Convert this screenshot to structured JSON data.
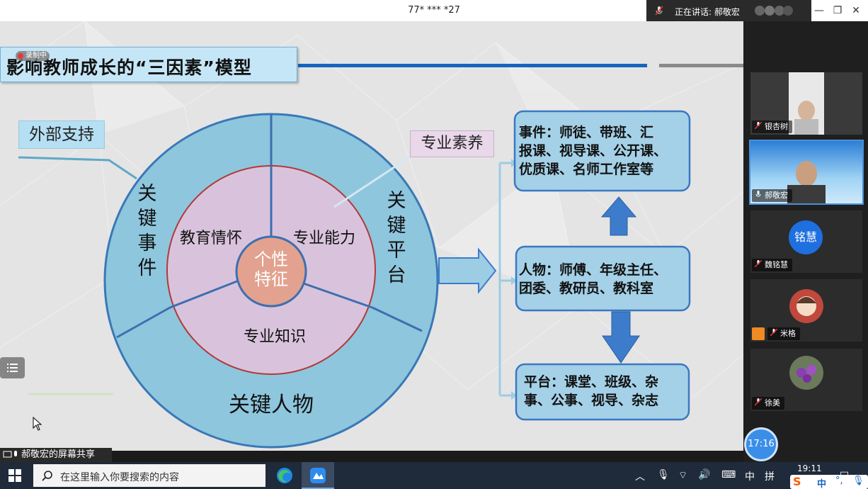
{
  "window": {
    "title": "77* *** *27"
  },
  "speaking": {
    "label": "正在讲话: 郝敬宏"
  },
  "slide": {
    "title": "影响教师成长的“三因素”模型",
    "recording_badge": "录制中",
    "outer_label": "外部支持",
    "inner_label": "专业素养",
    "left_key": [
      "关",
      "键",
      "事",
      "件"
    ],
    "right_key": [
      "关",
      "键",
      "平",
      "台"
    ],
    "bottom_key": "关键人物",
    "inner_sectors": {
      "top_left": "教育情怀",
      "top_right": "专业能力",
      "bottom": "专业知识"
    },
    "core": [
      "个性",
      "特征"
    ],
    "boxes": {
      "events": [
        "事件：师徒、带班、汇",
        "报课、视导课、公开课、",
        "优质课、名师工作室等"
      ],
      "people": [
        "人物：师傅、年级主任、",
        "团委、教研员、教科室"
      ],
      "platform": [
        "平台：课堂、班级、杂",
        "事、公事、视导、杂志"
      ]
    },
    "colors": {
      "outer_ring": "#8ec6dd",
      "inner_disc": "#d9c3dc",
      "core": "#e2a28f",
      "box_fill": "#a4d1e7",
      "box_border": "#3b78c2",
      "arrow": "#3d7ccb",
      "title_bar": "#1565c0"
    }
  },
  "participants": [
    {
      "name": "银杏树",
      "type": "video",
      "muted": true
    },
    {
      "name": "郝敬宏",
      "type": "video",
      "muted": false,
      "active": true
    },
    {
      "name": "魏铭慧",
      "type": "avatar",
      "avatar_text": "铭慧",
      "muted": true
    },
    {
      "name": "米格",
      "type": "avatar",
      "muted": true
    },
    {
      "name": "徐美",
      "type": "image",
      "muted": true
    }
  ],
  "timer": "17:16",
  "share_banner": "郝敬宏的屏幕共享",
  "taskbar": {
    "search_placeholder": "在这里输入你要搜索的内容",
    "ime_1": "中",
    "ime_2": "拼",
    "time": "19:11",
    "tray_ime": "中"
  }
}
